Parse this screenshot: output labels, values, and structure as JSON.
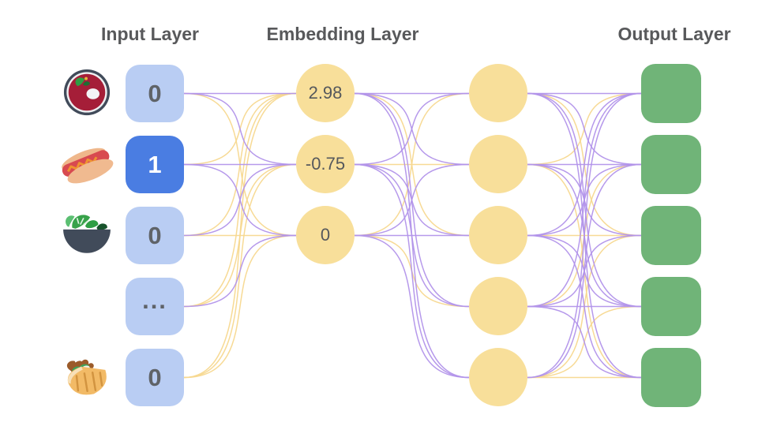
{
  "titles": {
    "input": "Input Layer",
    "embedding": "Embedding Layer",
    "output": "Output Layer"
  },
  "layers": {
    "input": {
      "nodes": [
        {
          "value": "0",
          "icon": "soup-bowl",
          "highlighted": false
        },
        {
          "value": "1",
          "icon": "hot-dog",
          "highlighted": true
        },
        {
          "value": "0",
          "icon": "salad",
          "highlighted": false
        },
        {
          "value": "...",
          "icon": "none",
          "highlighted": false
        },
        {
          "value": "0",
          "icon": "stuffed-flatbread",
          "highlighted": false
        }
      ]
    },
    "embedding": {
      "nodes": [
        {
          "value": "2.98"
        },
        {
          "value": "-0.75"
        },
        {
          "value": "0"
        }
      ]
    },
    "hidden": {
      "node_count": 5
    },
    "output": {
      "node_count": 5
    }
  },
  "colors": {
    "input_node": "#b9cdf3",
    "input_node_active": "#4a7de2",
    "embedding_node": "#f8df9a",
    "hidden_node": "#f8df9a",
    "output_node": "#70b478",
    "edge_purple": "#b293ea",
    "edge_yellow": "#f7d88f",
    "title_text": "#58595b",
    "value_text": "#5f6368"
  },
  "connections": {
    "input_to_embedding": [
      [
        "purple",
        "purple",
        "yellow"
      ],
      [
        "yellow",
        "purple",
        "purple"
      ],
      [
        "yellow",
        "purple",
        "yellow"
      ],
      [
        "yellow",
        "yellow",
        "purple"
      ],
      [
        "yellow",
        "yellow",
        "yellow"
      ]
    ],
    "embedding_to_hidden": [
      [
        "purple",
        "purple",
        "yellow",
        "purple",
        "purple"
      ],
      [
        "purple",
        "yellow",
        "purple",
        "purple",
        "purple"
      ],
      [
        "yellow",
        "purple",
        "purple",
        "yellow",
        "purple"
      ]
    ],
    "hidden_to_output": [
      [
        "purple",
        "purple",
        "yellow",
        "purple",
        "purple"
      ],
      [
        "yellow",
        "purple",
        "purple",
        "purple",
        "yellow"
      ],
      [
        "purple",
        "purple",
        "yellow",
        "purple",
        "purple"
      ],
      [
        "purple",
        "yellow",
        "purple",
        "purple",
        "purple"
      ],
      [
        "purple",
        "purple",
        "yellow",
        "yellow",
        "yellow"
      ]
    ]
  }
}
